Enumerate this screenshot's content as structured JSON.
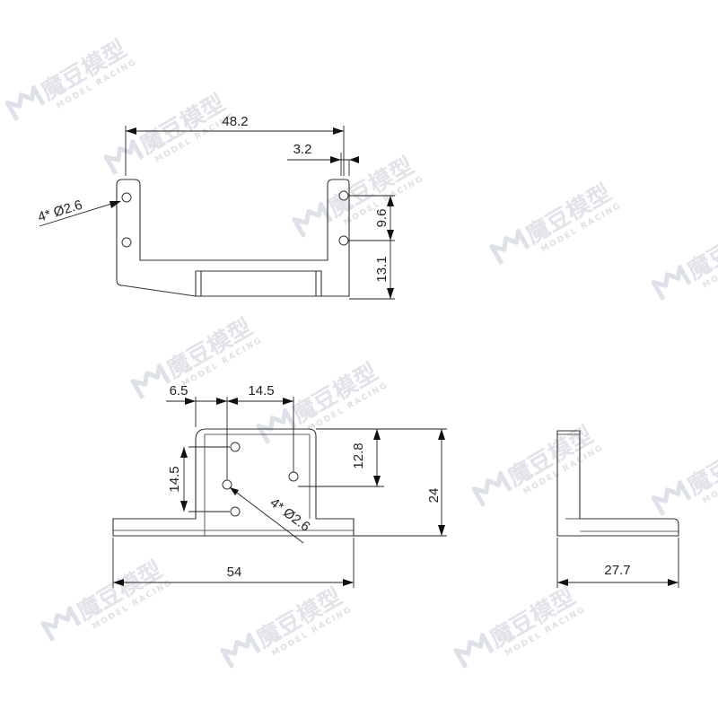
{
  "watermark": {
    "brand": "魔豆模型",
    "sub": "MODEL RACING"
  },
  "top_view": {
    "width_label": "48.2",
    "offset_label": "3.2",
    "hole_label": "4* Ø2.6",
    "hole_spacing_label": "9.6",
    "bottom_label": "13.1"
  },
  "front_view": {
    "left_offset_label": "6.5",
    "hole_x_label": "14.5",
    "hole_y_label": "14.5",
    "inner_height_label": "12.8",
    "total_height_label": "24",
    "hole_label": "4* Ø2.6",
    "width_label": "54"
  },
  "side_view": {
    "depth_label": "27.7"
  },
  "colors": {
    "line": "#333333",
    "watermark": "#c9cdd8"
  }
}
